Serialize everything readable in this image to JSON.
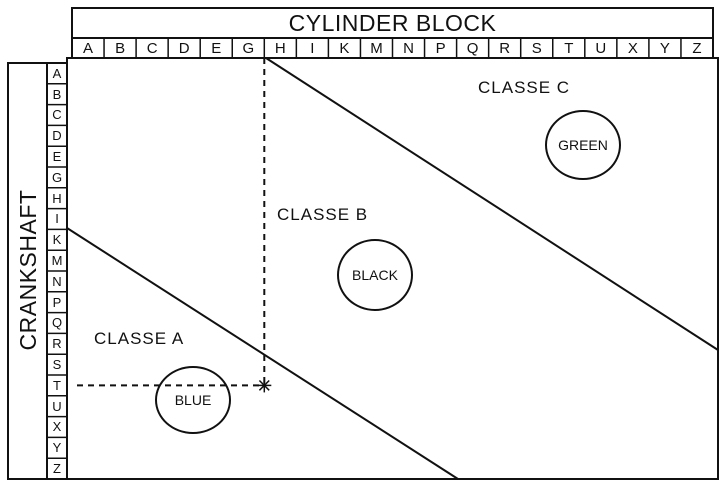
{
  "header": {
    "title": "CYLINDER BLOCK"
  },
  "side": {
    "title": "CRANKSHAFT"
  },
  "columns": [
    "A",
    "B",
    "C",
    "D",
    "E",
    "G",
    "H",
    "I",
    "K",
    "M",
    "N",
    "P",
    "Q",
    "R",
    "S",
    "T",
    "U",
    "X",
    "Y",
    "Z"
  ],
  "rows": [
    "A",
    "B",
    "C",
    "D",
    "E",
    "G",
    "H",
    "I",
    "K",
    "M",
    "N",
    "P",
    "Q",
    "R",
    "S",
    "T",
    "U",
    "X",
    "Y",
    "Z"
  ],
  "zones": {
    "a": {
      "label": "CLASSE A",
      "color_name": "BLUE"
    },
    "b": {
      "label": "CLASSE B",
      "color_name": "BLACK"
    },
    "c": {
      "label": "CLASSE C",
      "color_name": "GREEN"
    }
  },
  "example": {
    "column": "G",
    "row": "T"
  }
}
